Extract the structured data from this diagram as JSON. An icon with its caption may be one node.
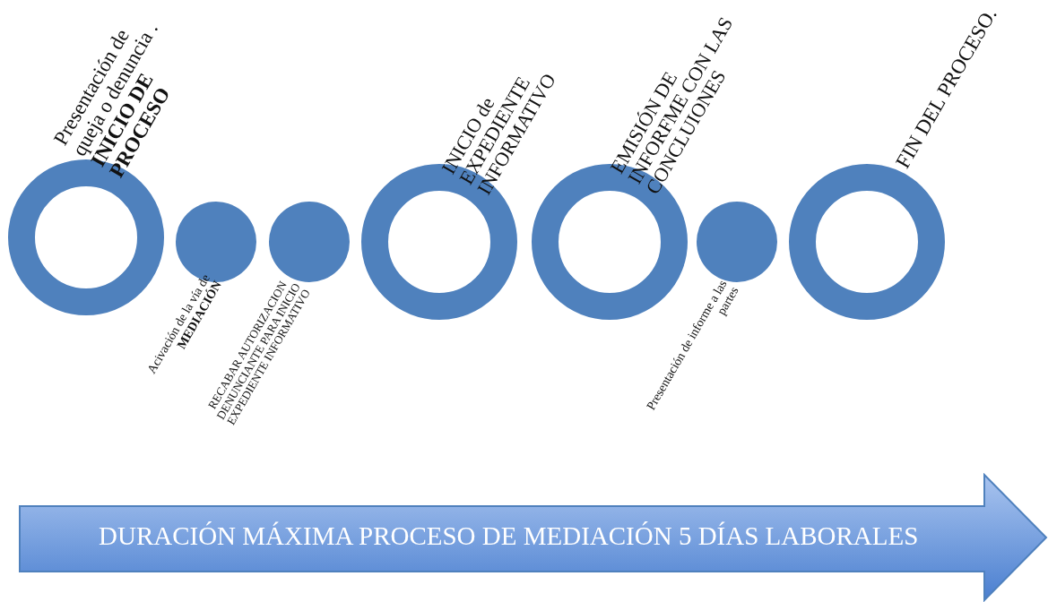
{
  "diagram": {
    "nodes": [
      {
        "text": [],
        "shape": "circle",
        "beside": [
          "Presentación de queja o denuncia . **INICIO DE PROCESO**"
        ]
      },
      {
        "text": [],
        "shape": "circle",
        "beside": [
          "Acivación de la vía de **MEDIACIÓN**"
        ]
      },
      {
        "text": [],
        "shape": "circle",
        "beside": [
          "RECABAR AUTORIZACION DENUNCIANTE PARA INICIO EXPEDIENTE INFORMATIVO"
        ]
      },
      {
        "text": [],
        "shape": "circle",
        "beside": [
          "INICIO de EXPEDIENTE INFORMATIVO"
        ]
      },
      {
        "text": [],
        "shape": "circle",
        "beside": [
          "EMISIÓN DE INFORFME CON LAS CONCLUIONES"
        ]
      },
      {
        "text": [],
        "shape": "circle",
        "beside": [
          "Presentación de informe a las partes"
        ]
      },
      {
        "text": [],
        "shape": "circle",
        "beside": [
          "FIN DEL PROCESO."
        ]
      },
      {
        "text": [
          "DURACIÓN MÁXIMA PROCESO DE MEDIACIÓN 5 DÍAS LABORALES"
        ]
      }
    ]
  }
}
